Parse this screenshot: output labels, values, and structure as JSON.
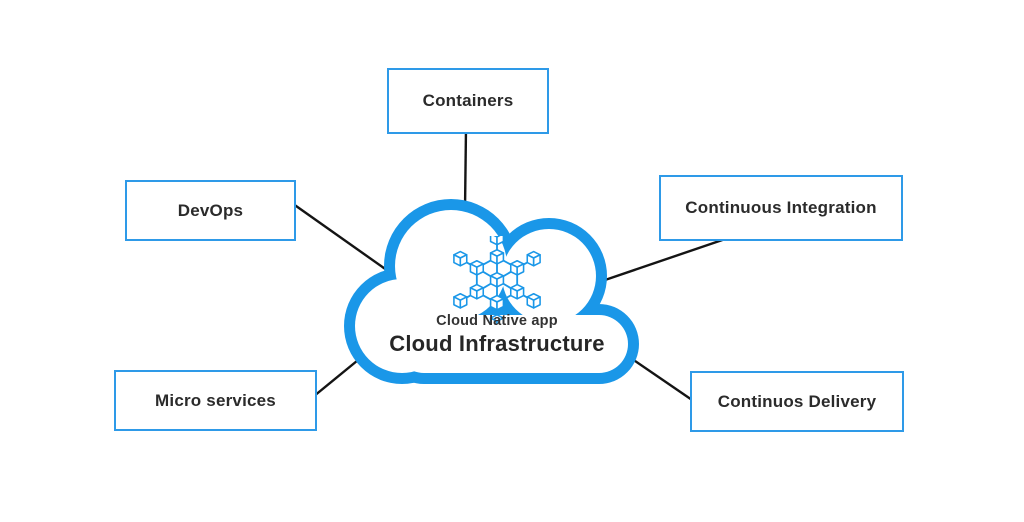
{
  "diagram": {
    "type": "mind-map",
    "center": {
      "icon": "blockchain-cubes-icon",
      "subtitle": "Cloud Native app",
      "title": "Cloud Infrastructure"
    },
    "nodes": [
      {
        "id": "containers",
        "label": "Containers"
      },
      {
        "id": "devops",
        "label": "DevOps"
      },
      {
        "id": "continuous-integration",
        "label": "Continuous Integration"
      },
      {
        "id": "micro-services",
        "label": "Micro services"
      },
      {
        "id": "continuos-delivery",
        "label": "Continuos Delivery"
      }
    ],
    "edges": [
      {
        "from": "Cloud Infrastructure",
        "to": "Containers"
      },
      {
        "from": "Cloud Infrastructure",
        "to": "DevOps"
      },
      {
        "from": "Cloud Infrastructure",
        "to": "Continuous Integration"
      },
      {
        "from": "Cloud Infrastructure",
        "to": "Micro services"
      },
      {
        "from": "Cloud Infrastructure",
        "to": "Continuos Delivery"
      }
    ],
    "colors": {
      "cloud_stroke": "#1a97e8",
      "box_border": "#2e9ae8",
      "connector": "#141414",
      "text": "#2b2b2b",
      "bg": "#ffffff"
    }
  }
}
